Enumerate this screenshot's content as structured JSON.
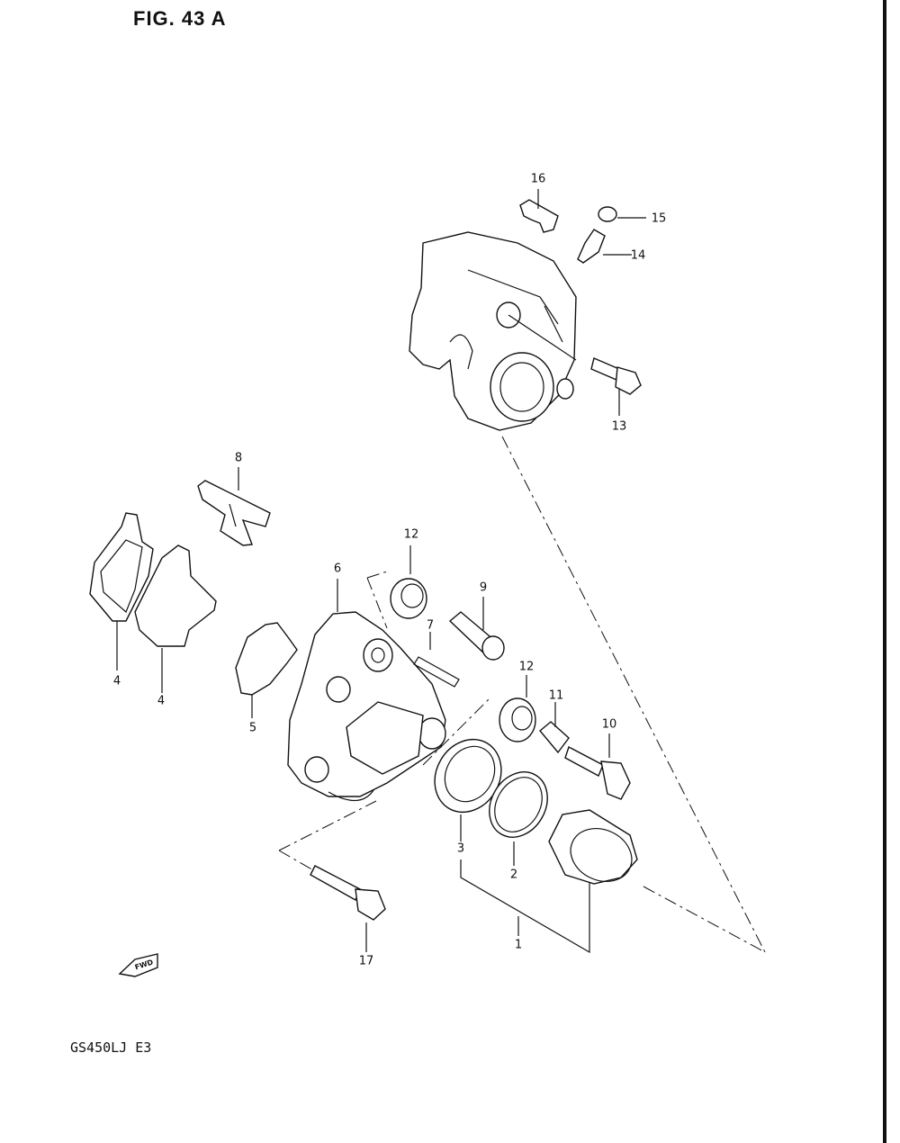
{
  "figure": {
    "title": "FIG. 43 A",
    "model_code": "GS450LJ  E3",
    "fwd_label": "FWD"
  },
  "callouts": [
    {
      "id": "c16",
      "label": "16"
    },
    {
      "id": "c15",
      "label": "15"
    },
    {
      "id": "c14",
      "label": "14"
    },
    {
      "id": "c13",
      "label": "13"
    },
    {
      "id": "c8",
      "label": "8"
    },
    {
      "id": "c12a",
      "label": "12"
    },
    {
      "id": "c6",
      "label": "6"
    },
    {
      "id": "c9",
      "label": "9"
    },
    {
      "id": "c7",
      "label": "7"
    },
    {
      "id": "c12b",
      "label": "12"
    },
    {
      "id": "c11",
      "label": "11"
    },
    {
      "id": "c10",
      "label": "10"
    },
    {
      "id": "c4a",
      "label": "4"
    },
    {
      "id": "c4b",
      "label": "4"
    },
    {
      "id": "c5",
      "label": "5"
    },
    {
      "id": "c3",
      "label": "3"
    },
    {
      "id": "c2",
      "label": "2"
    },
    {
      "id": "c1",
      "label": "1"
    },
    {
      "id": "c17",
      "label": "17"
    }
  ]
}
